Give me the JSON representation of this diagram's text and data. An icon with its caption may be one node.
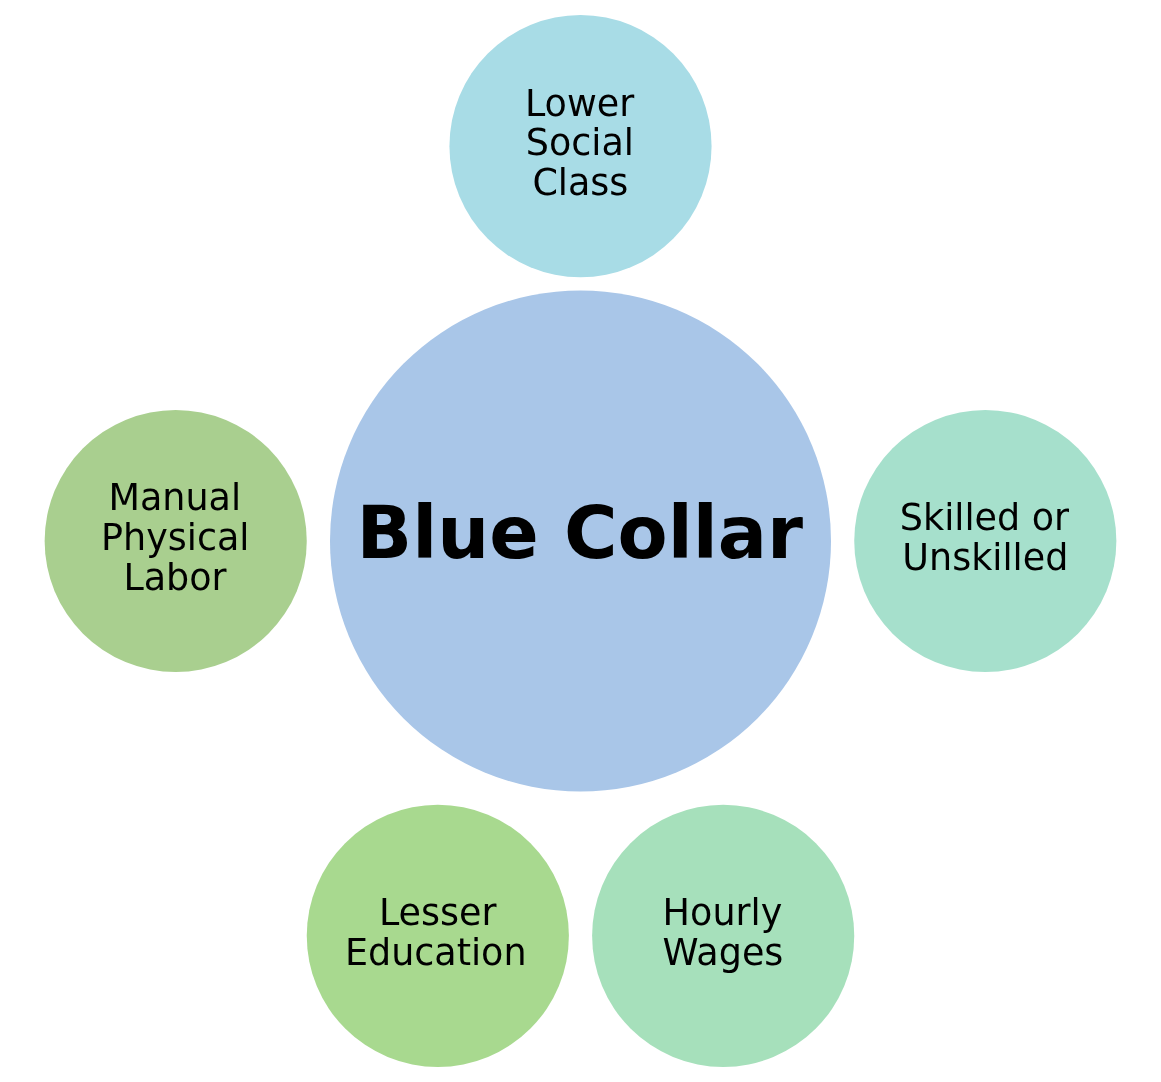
{
  "diagram": {
    "nodes": [
      {
        "text": [
          "Blue Collar"
        ]
      },
      {
        "text": [
          "Lower Social Class"
        ]
      },
      {
        "text": [
          "Skilled or Unskilled"
        ]
      },
      {
        "text": [
          "Hourly Wages"
        ]
      },
      {
        "text": [
          "Lesser Education"
        ]
      },
      {
        "text": [
          "Manual Physical Labor"
        ]
      }
    ],
    "edges": []
  }
}
